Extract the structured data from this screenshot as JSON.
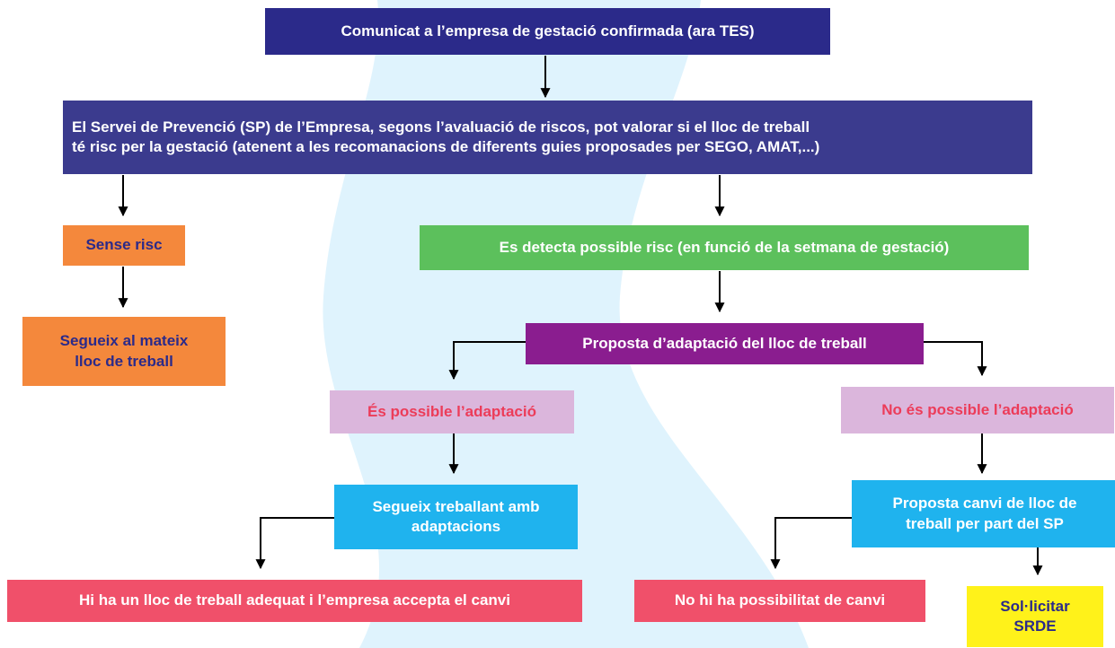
{
  "colors": {
    "navy": "#2b2a8a",
    "indigo": "#3b3b8e",
    "orange": "#f4883c",
    "green": "#5cc05c",
    "purple": "#8a1d8f",
    "pink": "#dbb6dc",
    "pink_text": "#ec3c59",
    "cyan": "#1fb3ee",
    "red": "#f0506a",
    "yellow": "#fff21a",
    "background_shape": "#dff3fd"
  },
  "nodes": {
    "top": {
      "text": "Comunicat a l’empresa de gestació confirmada (ara TES)"
    },
    "sp": {
      "line1": "El Servei de Prevenció (SP) de l’Empresa, segons l’avaluació de riscos, pot valorar si el lloc de treball",
      "line2": "té risc per la gestació (atenent a les recomanacions de diferents guies proposades per SEGO, AMAT,...)"
    },
    "no_risk": {
      "text": "Sense risc"
    },
    "same_job": {
      "line1": "Segueix al mateix",
      "line2": "lloc de treball"
    },
    "risk": {
      "text": "Es detecta possible risc (en funció de la setmana de gestació)"
    },
    "proposal": {
      "text": "Proposta d’adaptació del lloc de treball"
    },
    "possible": {
      "text": "És possible l’adaptació"
    },
    "not_possible": {
      "text": "No és possible l’adaptació"
    },
    "continue": {
      "line1": "Segueix treballant amb",
      "line2": "adaptacions"
    },
    "change": {
      "line1": "Proposta canvi de lloc de",
      "line2": "treball per part del SP"
    },
    "accepts": {
      "text": "Hi ha un lloc de treball adequat i l’empresa accepta el canvi"
    },
    "no_change": {
      "text": "No hi ha possibilitat de canvi"
    },
    "srde": {
      "line1": "Sol·licitar",
      "line2": "SRDE"
    }
  }
}
